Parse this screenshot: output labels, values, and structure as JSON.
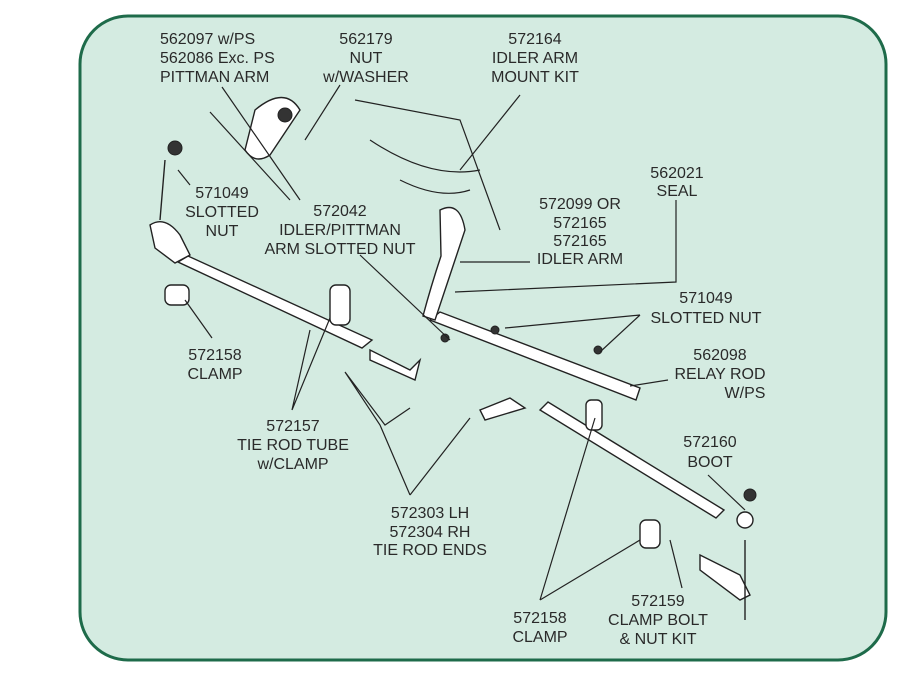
{
  "colors": {
    "background": "#d4ebe1",
    "border": "#1e6b4a",
    "ink": "#2a2a2a"
  },
  "labels": {
    "pittman_arm": [
      "562097  w/PS",
      "562086  Exc. PS",
      "PITTMAN ARM"
    ],
    "nut_washer": [
      "562179",
      "NUT",
      "w/WASHER"
    ],
    "idler_mount_kit": [
      "572164",
      "IDLER ARM",
      "MOUNT KIT"
    ],
    "slotted_nut_left": [
      "571049",
      "SLOTTED",
      "NUT"
    ],
    "idler_pittman_nut": [
      "572042",
      "IDLER/PITTMAN",
      "ARM SLOTTED NUT"
    ],
    "seal": [
      "562021",
      "SEAL"
    ],
    "idler_arm": [
      "572099 OR",
      "572165",
      "572165",
      "IDLER ARM"
    ],
    "slotted_nut_right": [
      "571049",
      "SLOTTED NUT"
    ],
    "relay_rod": [
      "562098",
      "RELAY ROD",
      "W/PS"
    ],
    "clamp_left": [
      "572158",
      "CLAMP"
    ],
    "tie_rod_tube": [
      "572157",
      "TIE ROD TUBE",
      "w/CLAMP"
    ],
    "boot": [
      "572160",
      "BOOT"
    ],
    "tie_rod_ends": [
      "572303  LH",
      "572304  RH",
      "TIE ROD ENDS"
    ],
    "clamp_bottom": [
      "572158",
      "CLAMP"
    ],
    "clamp_bolt_kit": [
      "572159",
      "CLAMP BOLT",
      "& NUT KIT"
    ]
  }
}
